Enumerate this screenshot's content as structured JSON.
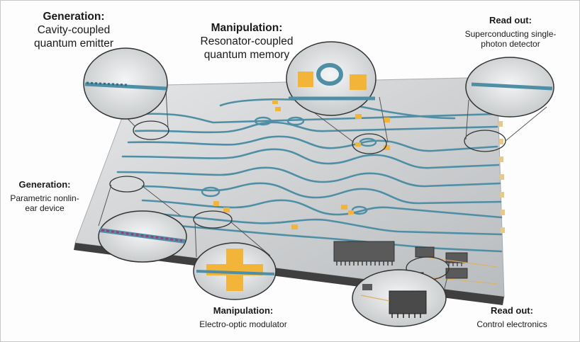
{
  "labels": {
    "gen_emitter": {
      "title": "Generation:",
      "line1": "Cavity-coupled",
      "line2": "quantum emitter"
    },
    "manip_memory": {
      "title": "Manipulation:",
      "line1": "Resonator-coupled",
      "line2": "quantum memory"
    },
    "readout_detector": {
      "title": "Read out:",
      "line1": "Superconducting single-",
      "line2": "photon detector"
    },
    "gen_parametric": {
      "title": "Generation:",
      "line1": "Parametric nonlin-",
      "line2": "ear device"
    },
    "manip_modulator": {
      "title": "Manipulation:",
      "line1": "Electro-optic modulator"
    },
    "readout_electronics": {
      "title": "Read out:",
      "line1": "Control electronics"
    }
  },
  "colors": {
    "chip_surface": "#cfd1d3",
    "chip_edge": "#4a4a4a",
    "waveguide": "#4f8fa6",
    "electrode": "#f2b53a",
    "chip_package": "#555555"
  }
}
